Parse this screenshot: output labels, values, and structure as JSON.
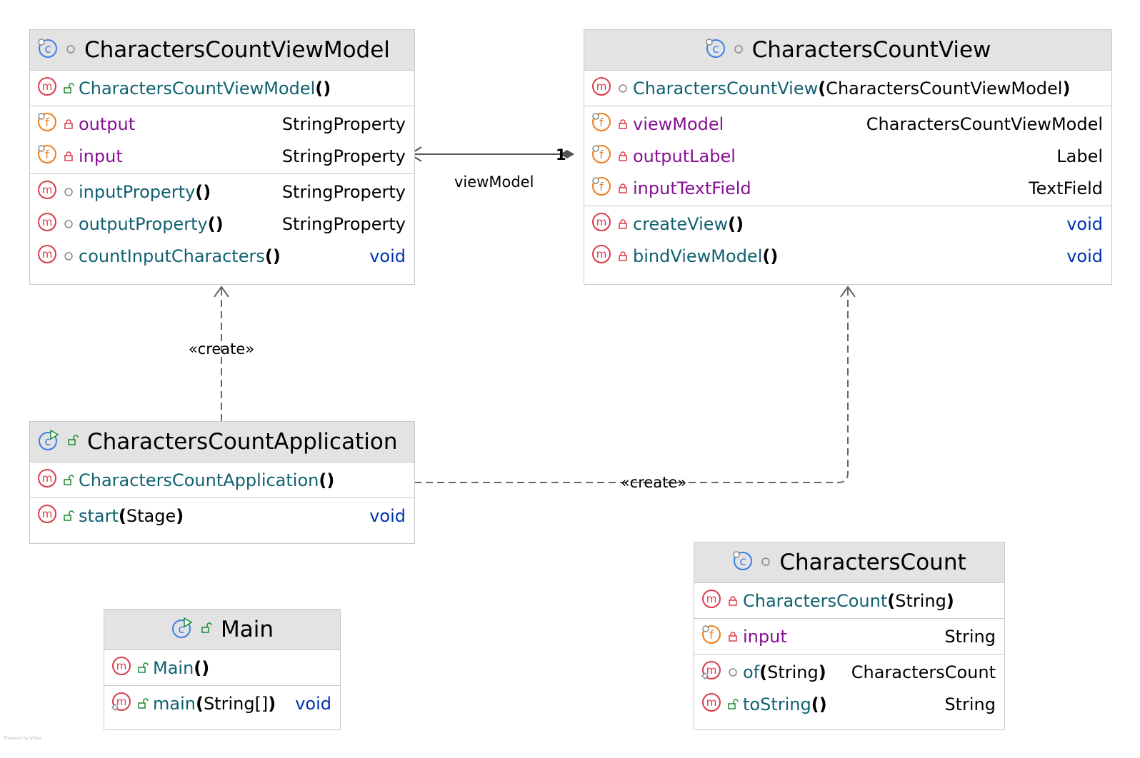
{
  "colors": {
    "header_bg": "#e3e3e3",
    "border": "#c8c8c8",
    "method_name": "#116171",
    "field_name": "#871094",
    "void_type": "#0033b3",
    "class_icon": "#3d7ee6",
    "method_icon": "#db3b4b",
    "field_icon": "#ef7d1a",
    "public_icon": "#1a8a2e",
    "private_icon": "#db3b4b",
    "edge": "#555555"
  },
  "classes": {
    "view_model": {
      "name": "CharactersCountViewModel",
      "kind_icon": "class-icon",
      "visibility_icon": "package-private-icon",
      "constructor": {
        "name": "CharactersCountViewModel",
        "params": "()"
      },
      "fields": [
        {
          "name": "output",
          "type": "StringProperty"
        },
        {
          "name": "input",
          "type": "StringProperty"
        }
      ],
      "methods": [
        {
          "name": "inputProperty",
          "params": "()",
          "type": "StringProperty"
        },
        {
          "name": "outputProperty",
          "params": "()",
          "type": "StringProperty"
        },
        {
          "name": "countInputCharacters",
          "params": "()",
          "type": "void"
        }
      ]
    },
    "view": {
      "name": "CharactersCountView",
      "kind_icon": "class-icon",
      "visibility_icon": "package-private-icon",
      "constructor": {
        "name": "CharactersCountView",
        "params_open": "(",
        "params_text": "CharactersCountViewModel",
        "params_close": ")"
      },
      "fields": [
        {
          "name": "viewModel",
          "type": "CharactersCountViewModel"
        },
        {
          "name": "outputLabel",
          "type": "Label"
        },
        {
          "name": "inputTextField",
          "type": "TextField"
        }
      ],
      "methods": [
        {
          "name": "createView",
          "params": "()",
          "type": "void"
        },
        {
          "name": "bindViewModel",
          "params": "()",
          "type": "void"
        }
      ]
    },
    "application": {
      "name": "CharactersCountApplication",
      "kind_icon": "runnable-class-icon",
      "visibility_icon": "public-icon",
      "constructor": {
        "name": "CharactersCountApplication",
        "params": "()"
      },
      "methods": [
        {
          "name": "start",
          "params_open": "(",
          "params_text": "Stage",
          "params_close": ")",
          "type": "void"
        }
      ]
    },
    "main": {
      "name": "Main",
      "kind_icon": "runnable-class-icon",
      "visibility_icon": "public-icon",
      "constructor": {
        "name": "Main",
        "params": "()"
      },
      "methods": [
        {
          "name": "main",
          "params_open": "(",
          "params_text": "String[]",
          "params_close": ")",
          "type": "void"
        }
      ]
    },
    "characters_count": {
      "name": "CharactersCount",
      "kind_icon": "class-icon",
      "visibility_icon": "package-private-icon",
      "constructor": {
        "name": "CharactersCount",
        "params_open": "(",
        "params_text": "String",
        "params_close": ")"
      },
      "fields": [
        {
          "name": "input",
          "type": "String"
        }
      ],
      "methods": [
        {
          "name": "of",
          "params_open": "(",
          "params_text": "String",
          "params_close": ")",
          "type": "CharactersCount"
        },
        {
          "name": "toString",
          "params": "()",
          "type": "String"
        }
      ]
    }
  },
  "edges": {
    "association": {
      "label": "viewModel",
      "multiplicity": "1"
    },
    "create_view_model": {
      "label": "«create»"
    },
    "create_view": {
      "label": "«create»"
    }
  },
  "watermark": "Powered by yFiles"
}
